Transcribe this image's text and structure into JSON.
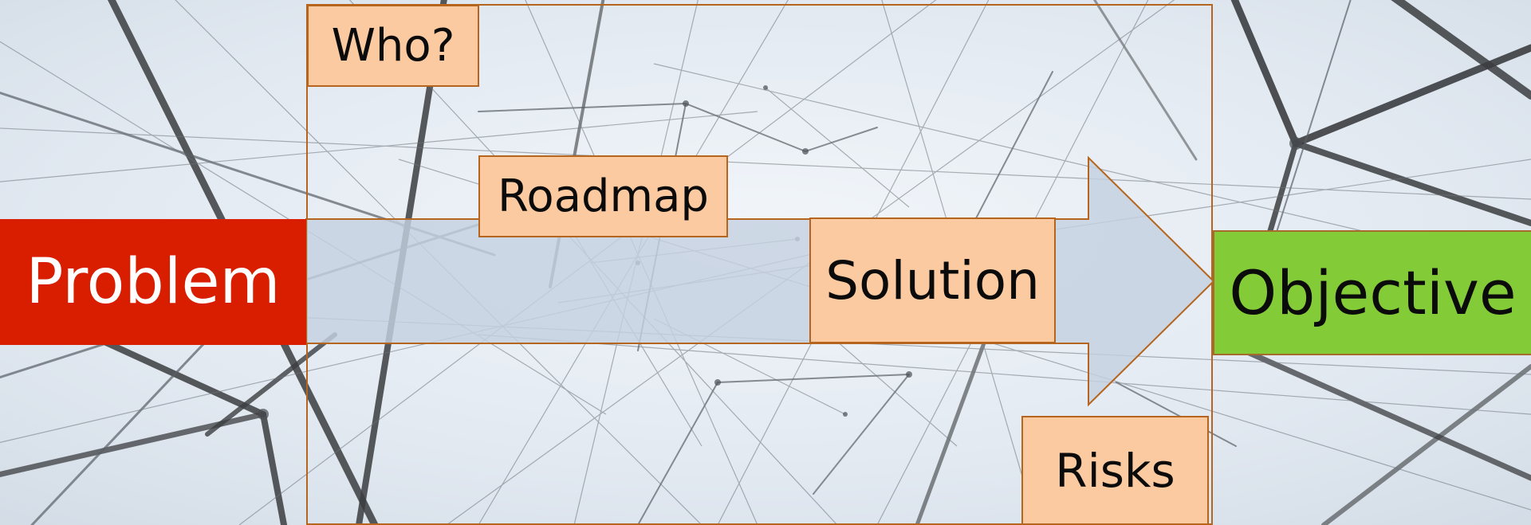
{
  "diagram": {
    "problem": {
      "label": "Problem",
      "color": "#d91e00"
    },
    "objective": {
      "label": "Objective",
      "color": "#84cc37"
    },
    "who": {
      "label": "Who?"
    },
    "roadmap": {
      "label": "Roadmap"
    },
    "solution": {
      "label": "Solution"
    },
    "risks": {
      "label": "Risks"
    },
    "box_fill": "#fbcaa0",
    "box_border": "#b5651d",
    "arrow_fill": "#c5d1e1",
    "frame_color": "#b5651d",
    "background_color": "#e3eaf2"
  }
}
